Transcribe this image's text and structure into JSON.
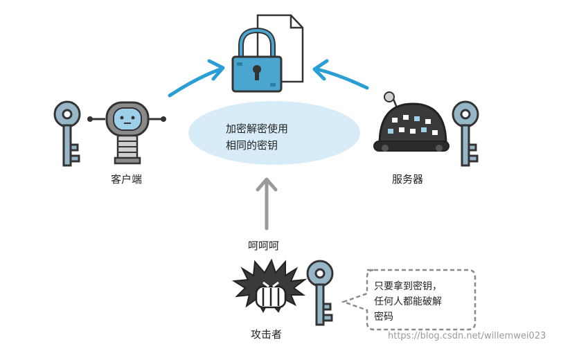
{
  "diagram": {
    "center_text_line1": "加密解密使用",
    "center_text_line2": "相同的密钥",
    "client_label": "客户端",
    "server_label": "服务器",
    "attacker_sound": "呵呵呵",
    "attacker_label": "攻击者",
    "speech_line1": "只要拿到密钥，",
    "speech_line2": "任何人都能破解",
    "speech_line3": "密码",
    "watermark": "https://blog.csdn.net/willemwei023"
  },
  "colors": {
    "arrow_blue": "#2a9fd6",
    "arrow_gray": "#9a9a9a",
    "ellipse_fill": "#d7ecf8",
    "key_fill": "#97b6c8",
    "lock_fill": "#4aa6cf",
    "dark": "#333333"
  },
  "icons": {
    "document": "document-icon",
    "lock": "padlock-icon",
    "key": "key-icon",
    "client": "robot-icon",
    "server": "dome-robot-icon",
    "attacker": "spiky-villain-icon"
  }
}
